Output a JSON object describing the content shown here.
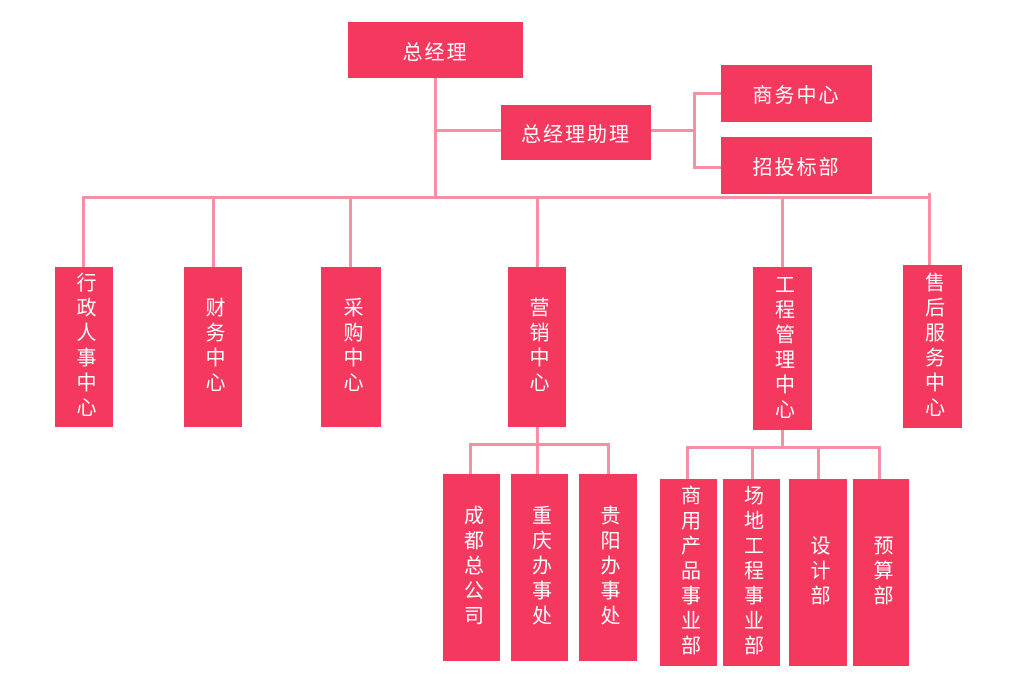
{
  "diagram_type": "org-chart",
  "colors": {
    "node_fill": "#f5395e",
    "connector": "#f78fa5",
    "node_text": "#ffffff",
    "canvas_bg": "#ffffff"
  },
  "org": {
    "root": {
      "label": "总经理"
    },
    "assistant": {
      "label": "总经理助理"
    },
    "assistant_children": {
      "business_center": {
        "label": "商务中心"
      },
      "bidding_dept": {
        "label": "招投标部"
      }
    },
    "departments": {
      "admin_hr": {
        "label": "行政人事中心"
      },
      "finance": {
        "label": "财务中心"
      },
      "procurement": {
        "label": "采购中心"
      },
      "marketing": {
        "label": "营销中心"
      },
      "engineering": {
        "label": "工程管理中心"
      },
      "after_sales": {
        "label": "售后服务中心"
      }
    },
    "marketing_children": {
      "chengdu_hq": {
        "label": "成都总公司"
      },
      "chongqing_office": {
        "label": "重庆办事处"
      },
      "guiyang_office": {
        "label": "贵阳办事处"
      }
    },
    "engineering_children": {
      "commercial_products": {
        "label": "商用产品事业部"
      },
      "site_engineering": {
        "label": "场地工程事业部"
      },
      "design_dept": {
        "label": "设计部"
      },
      "budget_dept": {
        "label": "预算部"
      }
    }
  }
}
